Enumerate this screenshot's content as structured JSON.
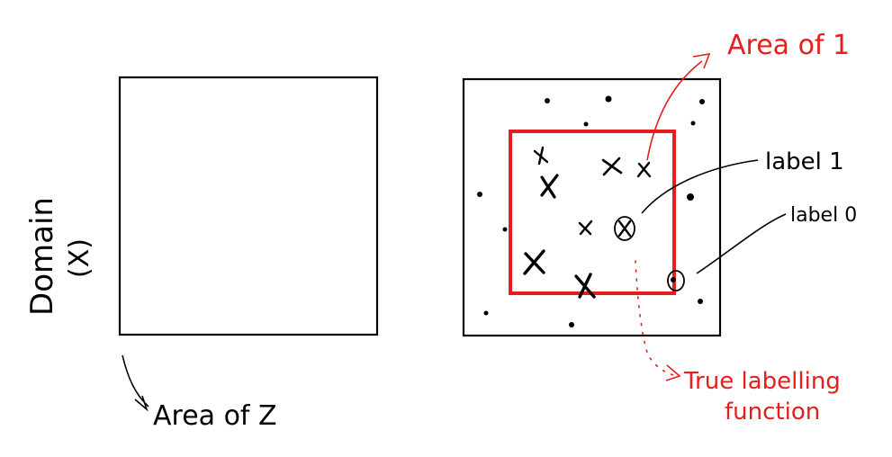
{
  "labels": {
    "domain": "Domain",
    "domain_var": "(X)",
    "area_of_z": "Area of Z",
    "area_of_1": "Area of 1",
    "label_1": "label 1",
    "label_0": "label 0",
    "true_labelling_line1": "True labelling",
    "true_labelling_line2": "function"
  },
  "colors": {
    "ink": "#000000",
    "accent": "#e61e1e"
  }
}
